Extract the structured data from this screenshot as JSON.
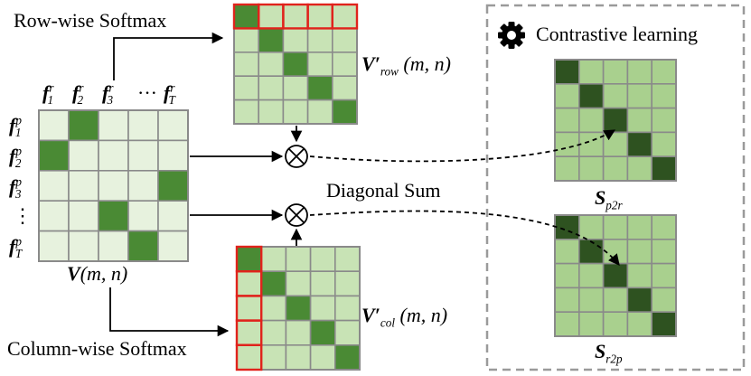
{
  "labels": {
    "row_softmax": "Row-wise Softmax",
    "col_softmax": "Column-wise Softmax",
    "diagonal_sum": "Diagonal Sum",
    "contrastive": "Contrastive learning",
    "ellipsis_h": "···",
    "ellipsis_v": "⋮"
  },
  "matrices": {
    "V": {
      "base": "V",
      "args": "(m, n)"
    },
    "V_row": {
      "base": "V′",
      "sub": "row",
      "args": "(m, n)"
    },
    "V_col": {
      "base": "V′",
      "sub": "col",
      "args": "(m, n)"
    },
    "S_p2r": {
      "base": "S",
      "sub": "p2r"
    },
    "S_r2p": {
      "base": "S",
      "sub": "r2p"
    }
  },
  "features": {
    "r": [
      {
        "base": "f",
        "sup": "r",
        "sub": "1"
      },
      {
        "base": "f",
        "sup": "r",
        "sub": "2"
      },
      {
        "base": "f",
        "sup": "r",
        "sub": "3"
      },
      {
        "base": "f",
        "sup": "r",
        "sub": "T"
      }
    ],
    "p": [
      {
        "base": "f",
        "sup": "p",
        "sub": "1"
      },
      {
        "base": "f",
        "sup": "p",
        "sub": "2"
      },
      {
        "base": "f",
        "sup": "p",
        "sub": "3"
      },
      {
        "base": "f",
        "sup": "p",
        "sub": "T"
      }
    ]
  },
  "grids": {
    "V": {
      "light": "#e7f2de",
      "dark": "#4a8a34",
      "dark_cells": [
        [
          0,
          1
        ],
        [
          1,
          0
        ],
        [
          2,
          4
        ],
        [
          3,
          2
        ],
        [
          4,
          3
        ]
      ]
    },
    "V_row": {
      "light": "#c8e3b5",
      "dark": "#4a8a34",
      "dark_cells": [
        [
          0,
          0
        ],
        [
          1,
          1
        ],
        [
          2,
          2
        ],
        [
          3,
          3
        ],
        [
          4,
          4
        ]
      ],
      "highlight": "row0"
    },
    "V_col": {
      "light": "#c8e3b5",
      "dark": "#4a8a34",
      "dark_cells": [
        [
          0,
          0
        ],
        [
          1,
          1
        ],
        [
          2,
          2
        ],
        [
          3,
          3
        ],
        [
          4,
          4
        ]
      ],
      "highlight": "col0"
    },
    "S_p2r": {
      "light": "#a9d08e",
      "dark": "#2e5220",
      "dark_cells": [
        [
          0,
          0
        ],
        [
          1,
          1
        ],
        [
          2,
          2
        ],
        [
          3,
          3
        ],
        [
          4,
          4
        ]
      ]
    },
    "S_r2p": {
      "light": "#a9d08e",
      "dark": "#2e5220",
      "dark_cells": [
        [
          0,
          0
        ],
        [
          1,
          1
        ],
        [
          2,
          2
        ],
        [
          3,
          3
        ],
        [
          4,
          4
        ]
      ]
    }
  },
  "colors": {
    "grid_line": "#8a8a8a",
    "highlight": "#e0231c",
    "dashed_box": "#9a9a9a",
    "arrow": "#000000"
  },
  "icons": {
    "contrastive": "gear-icon",
    "multiply": "otimes-icon"
  }
}
